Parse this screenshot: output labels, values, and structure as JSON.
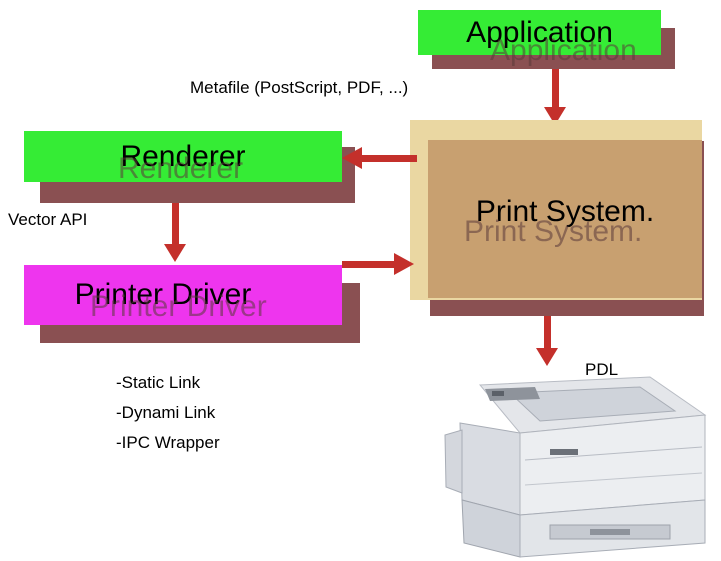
{
  "nodes": {
    "application": {
      "label": "Application",
      "color": "#33ee33"
    },
    "renderer": {
      "label": "Renderer",
      "color": "#33ee33"
    },
    "printer_driver": {
      "label": "Printer Driver",
      "color": "#ee33ee"
    },
    "print_system": {
      "label": "Print System.",
      "color": "#c8a070"
    }
  },
  "edge_labels": {
    "metafile": "Metafile (PostScript, PDF, ...)",
    "vector_api": "Vector API",
    "pdl": "PDL"
  },
  "link_types": [
    "-Static Link",
    "-Dynami Link",
    "-IPC Wrapper"
  ],
  "printer_icon": "printer-icon"
}
